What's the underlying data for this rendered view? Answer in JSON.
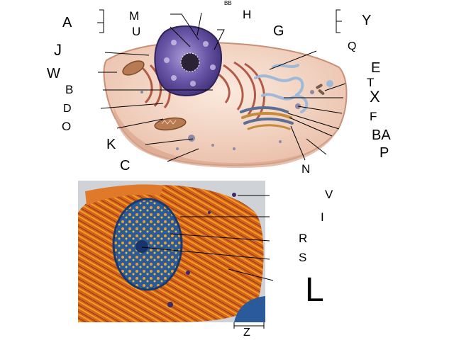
{
  "labels": {
    "A": "A",
    "M": "M",
    "U": "U",
    "BB": "BB",
    "H": "H",
    "G": "G",
    "Y": "Y",
    "J": "J",
    "Q": "Q",
    "W": "W",
    "E": "E",
    "B": "B",
    "T": "T",
    "X": "X",
    "D": "D",
    "F": "F",
    "O": "O",
    "BA": "BA",
    "K": "K",
    "P": "P",
    "C": "C",
    "N": "N",
    "V": "V",
    "I": "I",
    "R": "R",
    "S": "S",
    "L": "L",
    "Z": "Z"
  },
  "colors": {
    "cytoplasm": "#f2d3c0",
    "cell_edge": "#d9a58d",
    "nucleus": "#6b57a8",
    "nucleolus": "#2b2235",
    "rough_er": "#b25a48",
    "smooth_er": "#9fb9d8",
    "mitochondria": "#b87a52",
    "golgi": "#5a6f93",
    "micrograph_bg": "#d7621e",
    "micrograph_orange": "#f0a020",
    "micrograph_blue": "#2a5a9a"
  }
}
